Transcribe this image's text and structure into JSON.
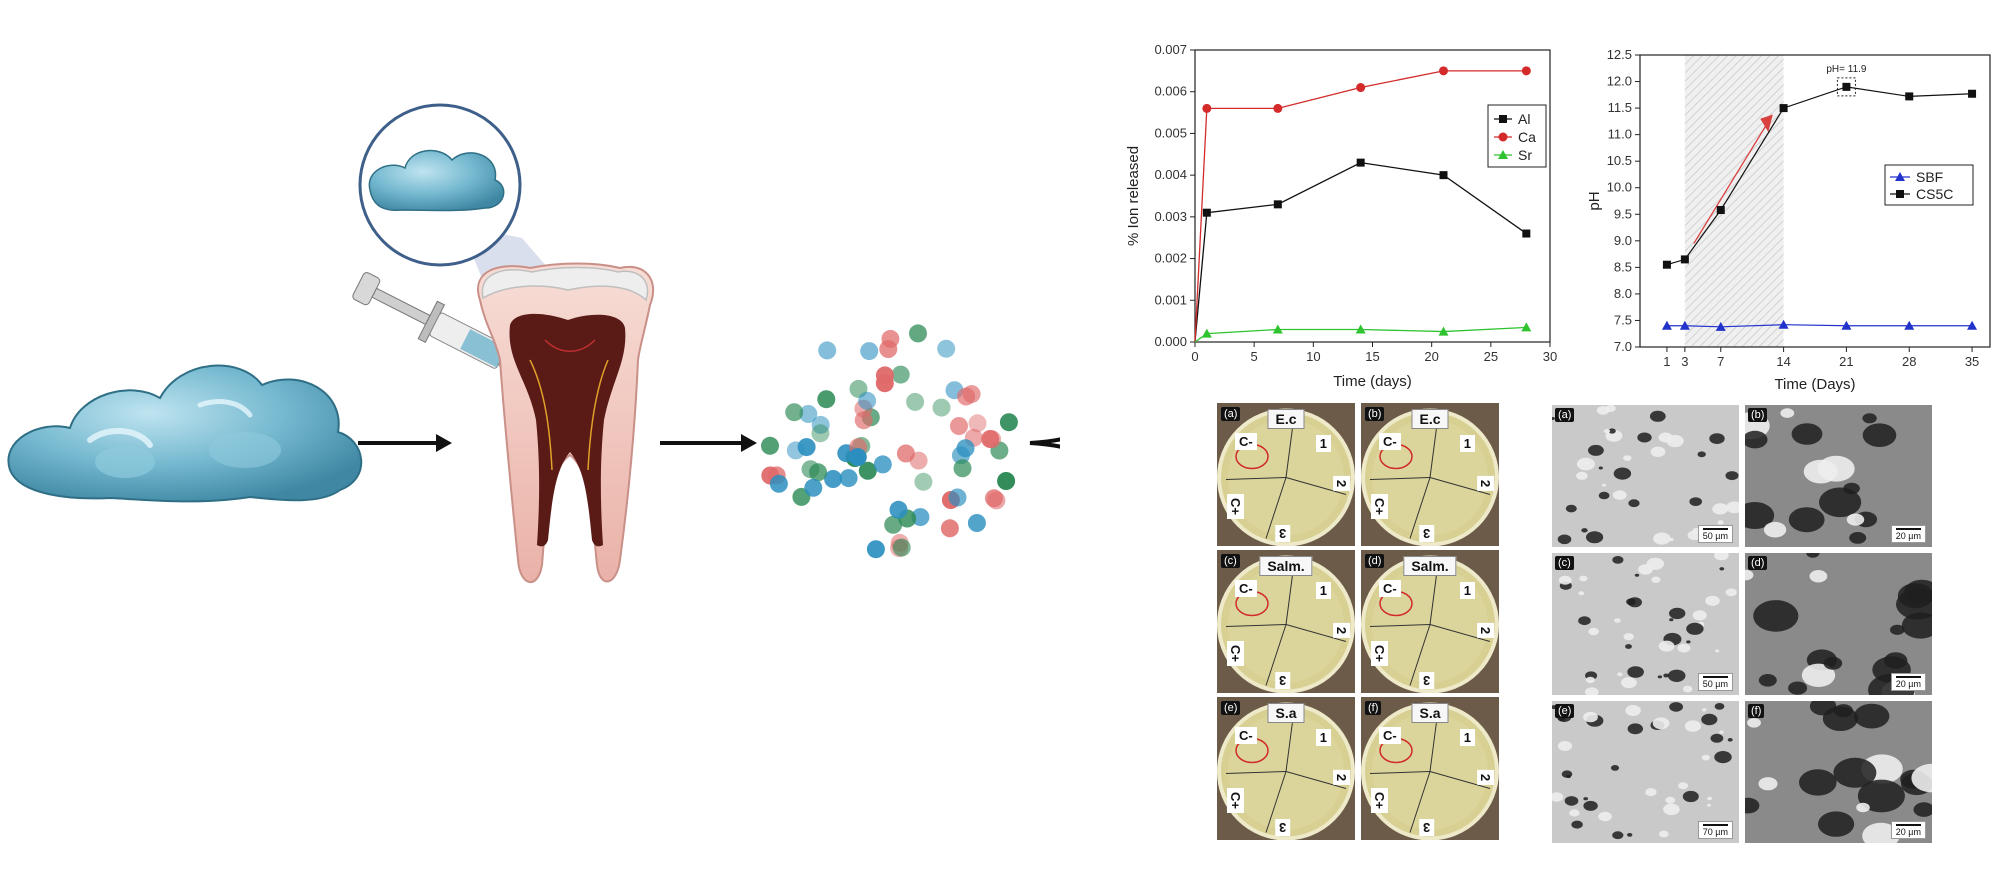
{
  "chart_data": [
    {
      "type": "line",
      "xlabel": "Time (days)",
      "ylabel": "% Ion released",
      "xlim": [
        0,
        30
      ],
      "ylim": [
        0,
        0.007
      ],
      "x_ticks": [
        "0",
        "5",
        "10",
        "15",
        "20",
        "25",
        "30"
      ],
      "y_ticks": [
        "0.000",
        "0.001",
        "0.002",
        "0.003",
        "0.004",
        "0.005",
        "0.006",
        "0.007"
      ],
      "legend_position": "top-right",
      "series": [
        {
          "name": "Al",
          "color": "#111111",
          "marker": "square",
          "x": [
            0,
            1,
            7,
            14,
            21,
            28
          ],
          "y": [
            0.0,
            0.0031,
            0.0033,
            0.0043,
            0.004,
            0.0026
          ]
        },
        {
          "name": "Ca",
          "color": "#d42a2a",
          "marker": "circle",
          "x": [
            0,
            1,
            7,
            14,
            21,
            28
          ],
          "y": [
            0.0,
            0.0056,
            0.0056,
            0.0061,
            0.0065,
            0.0065
          ]
        },
        {
          "name": "Sr",
          "color": "#2fc42f",
          "marker": "triangle",
          "x": [
            0,
            1,
            7,
            14,
            21,
            28
          ],
          "y": [
            0.0,
            0.0002,
            0.0003,
            0.0003,
            0.00025,
            0.00035
          ]
        }
      ]
    },
    {
      "type": "line",
      "xlabel": "Time (Days)",
      "ylabel": "pH",
      "x_ticks": [
        "1",
        "3",
        "7",
        "14",
        "21",
        "28",
        "35"
      ],
      "y_ticks": [
        "7.0",
        "7.5",
        "8.0",
        "8.5",
        "9.0",
        "9.5",
        "10.0",
        "10.5",
        "11.0",
        "11.5",
        "12.0",
        "12.5"
      ],
      "ylim": [
        7.0,
        12.5
      ],
      "legend_position": "right",
      "shaded_region": [
        3,
        14
      ],
      "annotation": "pH= 11.9",
      "series": [
        {
          "name": "SBF",
          "color": "#2233cc",
          "marker": "triangle",
          "x": [
            1,
            3,
            7,
            14,
            21,
            28,
            35
          ],
          "y": [
            7.4,
            7.4,
            7.38,
            7.42,
            7.4,
            7.4,
            7.4
          ]
        },
        {
          "name": "CS5C",
          "color": "#111111",
          "marker": "square",
          "x": [
            1,
            3,
            7,
            14,
            21,
            28,
            35
          ],
          "y": [
            8.55,
            8.65,
            9.58,
            11.5,
            11.9,
            11.72,
            11.77
          ]
        }
      ]
    }
  ],
  "plates": [
    {
      "tag": "(a)",
      "title": "E.c"
    },
    {
      "tag": "(b)",
      "title": "E.c"
    },
    {
      "tag": "(c)",
      "title": "Salm."
    },
    {
      "tag": "(d)",
      "title": "Salm."
    },
    {
      "tag": "(e)",
      "title": "S.a"
    },
    {
      "tag": "(f)",
      "title": "S.a"
    }
  ],
  "plate_labels": {
    "neg": "C-",
    "pos": "C+",
    "one": "1",
    "two": "2",
    "three": "3"
  },
  "sem": [
    {
      "tag": "(a)",
      "scale": "50 µm"
    },
    {
      "tag": "(b)",
      "scale": "20 µm"
    },
    {
      "tag": "(c)",
      "scale": "50 µm"
    },
    {
      "tag": "(d)",
      "scale": "20 µm"
    },
    {
      "tag": "(e)",
      "scale": "70 µm"
    },
    {
      "tag": "(f)",
      "scale": "20 µm"
    }
  ],
  "colors": {
    "gel": "#6fb4cc",
    "gel_dark": "#3f8aa6",
    "tooth": "#f2c9c0",
    "pulp": "#5a1a16",
    "sphere_teal": "#2b8fbf",
    "sphere_green": "#2e8b57",
    "sphere_red": "#e06a6a"
  }
}
